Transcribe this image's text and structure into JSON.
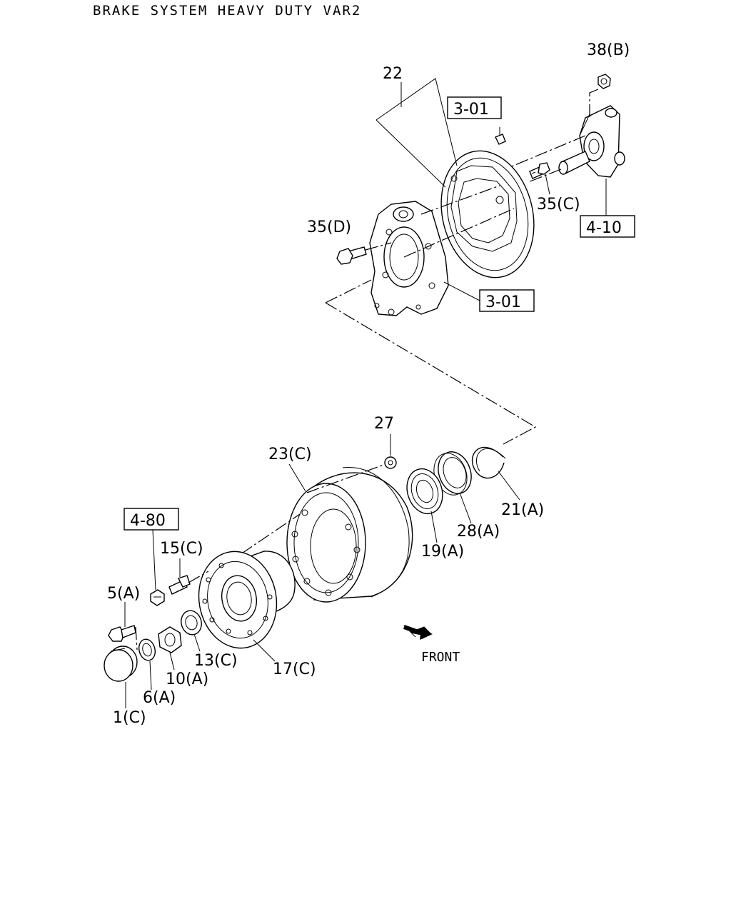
{
  "title": "BRAKE SYSTEM HEAVY DUTY VAR2",
  "callouts": {
    "c38b": "38(B)",
    "c22": "22",
    "c35c": "35(C)",
    "c35d": "35(D)",
    "c27": "27",
    "c23c": "23(C)",
    "c21a": "21(A)",
    "c28a": "28(A)",
    "c19a": "19(A)",
    "c15c": "15(C)",
    "c5a": "5(A)",
    "c13c": "13(C)",
    "c17c": "17(C)",
    "c10a": "10(A)",
    "c6a": "6(A)",
    "c1c": "1(C)"
  },
  "refs": {
    "r301_top": "3-01",
    "r410": "4-10",
    "r301_mid": "3-01",
    "r480": "4-80"
  },
  "front_label": "FRONT"
}
